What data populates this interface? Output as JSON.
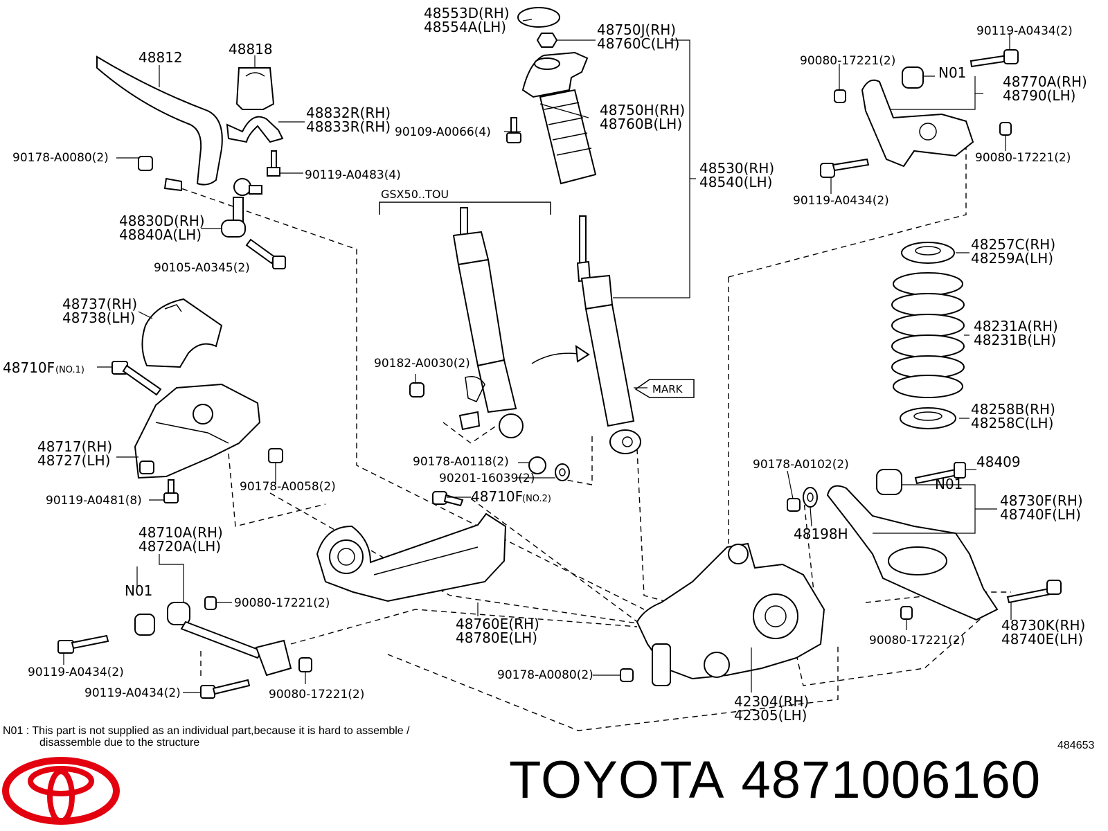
{
  "labels": {
    "p48553": [
      "48553D(RH)",
      "48554A(LH)"
    ],
    "p48750j": [
      "48750J(RH)",
      "48760C(LH)"
    ],
    "p90119a": "90119-A0434(2)",
    "p90080a": "90080-17221(2)",
    "n01a": "N01",
    "p48770": [
      "48770A(RH)",
      "48790(LH)"
    ],
    "p48812": "48812",
    "p48818": "48818",
    "p48832": [
      "48832R(RH)",
      "48833R(RH)"
    ],
    "p48750h": [
      "48750H(RH)",
      "48760B(LH)"
    ],
    "p90109": "90109-A0066(4)",
    "p90178a": "90178-A0080(2)",
    "p90119b": "90119-A0483(4)",
    "p48530": [
      "48530(RH)",
      "48540(LH)"
    ],
    "p90080b": "90080-17221(2)",
    "p90119c": "90119-A0434(2)",
    "gsx": "GSX50..TOU",
    "p48830": [
      "48830D(RH)",
      "48840A(LH)"
    ],
    "p90105": "90105-A0345(2)",
    "p48257": [
      "48257C(RH)",
      "48259A(LH)"
    ],
    "p48737": [
      "48737(RH)",
      "48738(LH)"
    ],
    "p48231": [
      "48231A(RH)",
      "48231B(LH)"
    ],
    "p48710f1": "48710F",
    "p48710f1s": "(NO.1)",
    "p90182": "90182-A0030(2)",
    "mark": "MARK",
    "p48258": [
      "48258B(RH)",
      "48258C(LH)"
    ],
    "p48717": [
      "48717(RH)",
      "48727(LH)"
    ],
    "p90178b": "90178-A0118(2)",
    "p90201": "90201-16039(2)",
    "p90178c": "90178-A0102(2)",
    "p48409": "48409",
    "p90178d": "90178-A0058(2)",
    "p48710f2": "48710F",
    "p48710f2s": "(NO.2)",
    "n01b": "N01",
    "p48730f": [
      "48730F(RH)",
      "48740F(LH)"
    ],
    "p90119d": "90119-A0481(8)",
    "p48198": "48198H",
    "p48710a": [
      "48710A(RH)",
      "48720A(LH)"
    ],
    "n01c": "N01",
    "p90080c": "90080-17221(2)",
    "p48760e": [
      "48760E(RH)",
      "48780E(LH)"
    ],
    "p48730k": [
      "48730K(RH)",
      "48740E(LH)"
    ],
    "p90080d": "90080-17221(2)",
    "p90119e": "90119-A0434(2)",
    "p90178e": "90178-A0080(2)",
    "p90119f": "90119-A0434(2)",
    "p90080e": "90080-17221(2)",
    "p42304": [
      "42304(RH)",
      "42305(LH)"
    ]
  },
  "note": {
    "line1": "N01 :  This part is not supplied as an individual part,because it is hard to assemble /",
    "line2": "disassemble due to the structure"
  },
  "diagram_id": "484653",
  "footer": {
    "brand": "TOYOTA",
    "part_number": "4871006160"
  },
  "colors": {
    "logo": "#e3000f",
    "ink": "#000000"
  },
  "icons": {
    "logo": "toyota-logo-icon"
  }
}
